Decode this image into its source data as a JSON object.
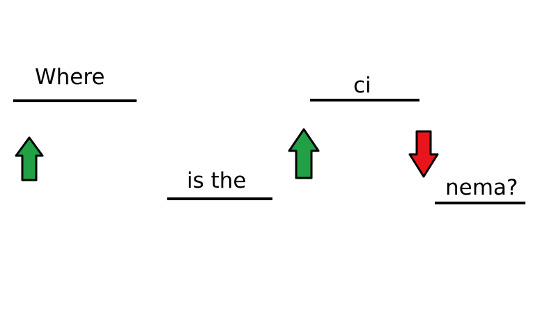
{
  "words": [
    {
      "text": "Where"
    },
    {
      "text": "is the"
    },
    {
      "text": "ci"
    },
    {
      "text": "nema?"
    }
  ],
  "arrows": [
    {
      "direction": "up",
      "color": "#22a045"
    },
    {
      "direction": "up",
      "color": "#22a045"
    },
    {
      "direction": "down",
      "color": "#e8161c"
    }
  ]
}
